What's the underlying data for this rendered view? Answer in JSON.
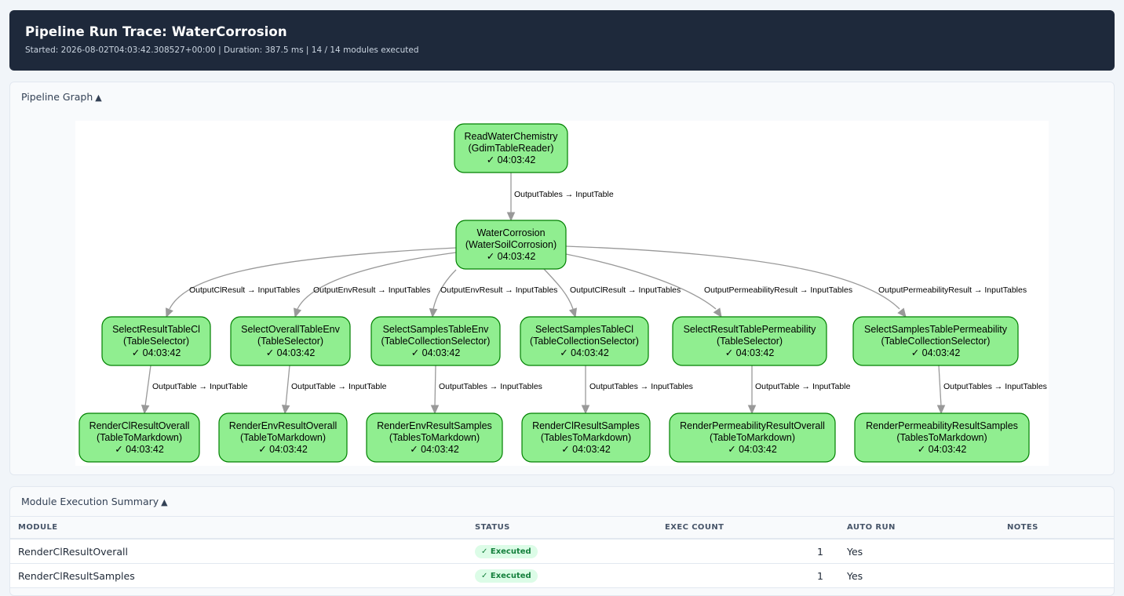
{
  "header": {
    "title": "Pipeline Run Trace: WaterCorrosion",
    "started_label": "Started:",
    "started": "2026-08-02T04:03:42.308527+00:00",
    "duration_label": "Duration:",
    "duration": "387.5 ms",
    "modules": "14 / 14 modules executed"
  },
  "graph": {
    "title": "Pipeline Graph",
    "toggle": "▲",
    "nodes": [
      {
        "id": "read",
        "name": "ReadWaterChemistry",
        "type": "(GdimTableReader)",
        "status": "✓ 04:03:42"
      },
      {
        "id": "corr",
        "name": "WaterCorrosion",
        "type": "(WaterSoilCorrosion)",
        "status": "✓ 04:03:42"
      },
      {
        "id": "s1",
        "name": "SelectResultTableCl",
        "type": "(TableSelector)",
        "status": "✓ 04:03:42"
      },
      {
        "id": "s2",
        "name": "SelectOverallTableEnv",
        "type": "(TableSelector)",
        "status": "✓ 04:03:42"
      },
      {
        "id": "s3",
        "name": "SelectSamplesTableEnv",
        "type": "(TableCollectionSelector)",
        "status": "✓ 04:03:42"
      },
      {
        "id": "s4",
        "name": "SelectSamplesTableCl",
        "type": "(TableCollectionSelector)",
        "status": "✓ 04:03:42"
      },
      {
        "id": "s5",
        "name": "SelectResultTablePermeability",
        "type": "(TableSelector)",
        "status": "✓ 04:03:42"
      },
      {
        "id": "s6",
        "name": "SelectSamplesTablePermeability",
        "type": "(TableCollectionSelector)",
        "status": "✓ 04:03:42"
      },
      {
        "id": "r1",
        "name": "RenderClResultOverall",
        "type": "(TableToMarkdown)",
        "status": "✓ 04:03:42"
      },
      {
        "id": "r2",
        "name": "RenderEnvResultOverall",
        "type": "(TableToMarkdown)",
        "status": "✓ 04:03:42"
      },
      {
        "id": "r3",
        "name": "RenderEnvResultSamples",
        "type": "(TablesToMarkdown)",
        "status": "✓ 04:03:42"
      },
      {
        "id": "r4",
        "name": "RenderClResultSamples",
        "type": "(TablesToMarkdown)",
        "status": "✓ 04:03:42"
      },
      {
        "id": "r5",
        "name": "RenderPermeabilityResultOverall",
        "type": "(TableToMarkdown)",
        "status": "✓ 04:03:42"
      },
      {
        "id": "r6",
        "name": "RenderPermeabilityResultSamples",
        "type": "(TablesToMarkdown)",
        "status": "✓ 04:03:42"
      }
    ],
    "edges": [
      {
        "from": "read",
        "to": "corr",
        "label": "OutputTables → InputTable"
      },
      {
        "from": "corr",
        "to": "s1",
        "label": "OutputClResult → InputTables"
      },
      {
        "from": "corr",
        "to": "s2",
        "label": "OutputEnvResult → InputTables"
      },
      {
        "from": "corr",
        "to": "s3",
        "label": "OutputEnvResult → InputTables"
      },
      {
        "from": "corr",
        "to": "s4",
        "label": "OutputClResult → InputTables"
      },
      {
        "from": "corr",
        "to": "s5",
        "label": "OutputPermeabilityResult → InputTables"
      },
      {
        "from": "corr",
        "to": "s6",
        "label": "OutputPermeabilityResult → InputTables"
      },
      {
        "from": "s1",
        "to": "r1",
        "label": "OutputTable → InputTable"
      },
      {
        "from": "s2",
        "to": "r2",
        "label": "OutputTable → InputTable"
      },
      {
        "from": "s3",
        "to": "r3",
        "label": "OutputTables → InputTables"
      },
      {
        "from": "s4",
        "to": "r4",
        "label": "OutputTables → InputTables"
      },
      {
        "from": "s5",
        "to": "r5",
        "label": "OutputTable → InputTable"
      },
      {
        "from": "s6",
        "to": "r6",
        "label": "OutputTables → InputTables"
      }
    ],
    "colors": {
      "node_fill": "#90ee90",
      "node_stroke": "#008000",
      "edge": "#999999"
    }
  },
  "summary": {
    "title": "Module Execution Summary",
    "toggle": "▲",
    "columns": [
      "MODULE",
      "STATUS",
      "EXEC COUNT",
      "AUTO RUN",
      "NOTES"
    ],
    "rows": [
      {
        "module": "RenderClResultOverall",
        "status": "✓ Executed",
        "count": "1",
        "auto": "Yes",
        "notes": ""
      },
      {
        "module": "RenderClResultSamples",
        "status": "✓ Executed",
        "count": "1",
        "auto": "Yes",
        "notes": ""
      }
    ]
  }
}
